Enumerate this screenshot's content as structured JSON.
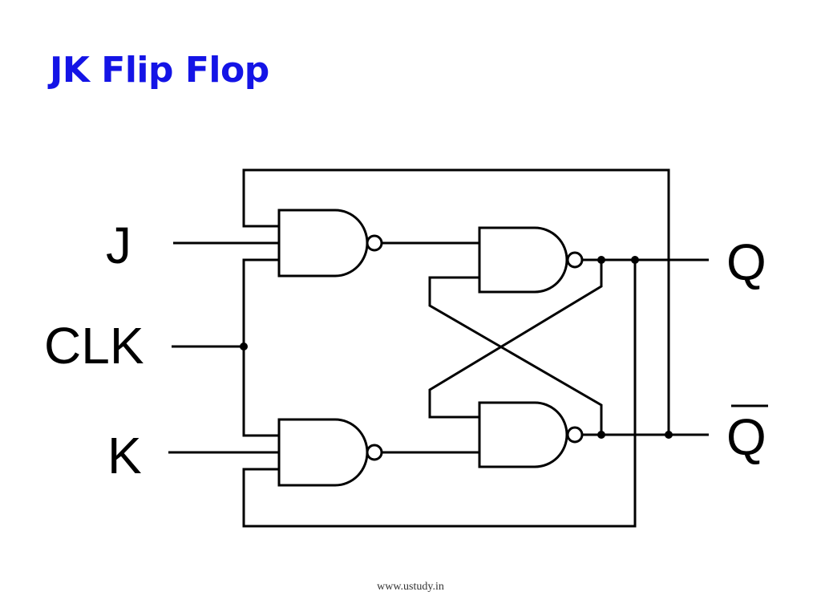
{
  "slide": {
    "title": "JK Flip Flop",
    "footer": "www.ustudy.in",
    "title_color": "#1414e6"
  },
  "diagram": {
    "type": "logic-circuit",
    "inputs": [
      "J",
      "CLK",
      "K"
    ],
    "outputs": [
      "Q",
      "Q"
    ],
    "output_q_bar_overline": true,
    "gates": [
      {
        "name": "input-nand-top",
        "type": "NAND",
        "inputs": 3
      },
      {
        "name": "input-nand-bottom",
        "type": "NAND",
        "inputs": 3
      },
      {
        "name": "latch-nand-top",
        "type": "NAND",
        "inputs": 2
      },
      {
        "name": "latch-nand-bottom",
        "type": "NAND",
        "inputs": 2
      }
    ]
  }
}
